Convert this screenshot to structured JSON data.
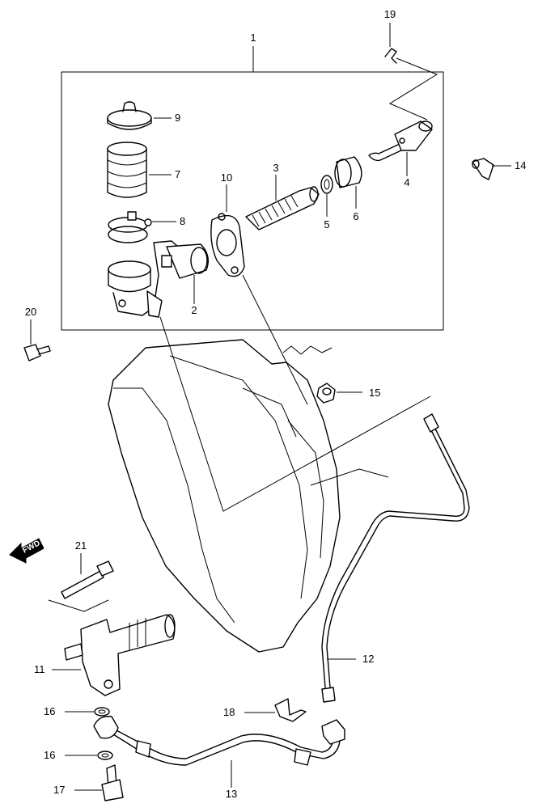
{
  "diagram": {
    "callouts": {
      "c1": "1",
      "c2": "2",
      "c3": "3",
      "c4": "4",
      "c5": "5",
      "c6": "6",
      "c7": "7",
      "c8": "8",
      "c9": "9",
      "c10": "10",
      "c11": "11",
      "c12": "12",
      "c13": "13",
      "c14": "14",
      "c15": "15",
      "c16a": "16",
      "c16b": "16",
      "c17": "17",
      "c18": "18",
      "c19": "19",
      "c20": "20",
      "c21": "21"
    },
    "fwd_label": "FWD"
  }
}
